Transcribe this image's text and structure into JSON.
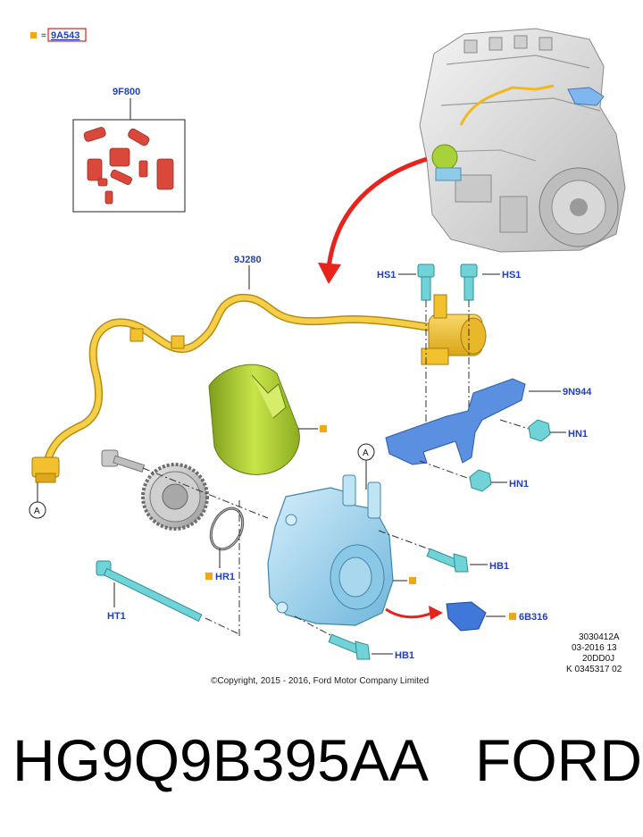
{
  "legend": {
    "equals": "=",
    "key": "9A543"
  },
  "parts": {
    "seal_kit": "9F800",
    "tube": "9J280",
    "bracket": "9N944",
    "screw_hs1_left": "HS1",
    "screw_hs1_right": "HS1",
    "nut_hn1_upper": "HN1",
    "nut_hn1_lower": "HN1",
    "bolt_hb1_upper": "HB1",
    "bolt_hb1_lower": "HB1",
    "oring": "HR1",
    "stud": "HT1",
    "cap": "6B316",
    "ref_a_left": "A",
    "ref_a_right": "A"
  },
  "copyright": "©Copyright, 2015 - 2016, Ford Motor Company Limited",
  "reference": [
    "3030412A",
    "03-2016 13",
    "20DD0J",
    "K 0345317 02"
  ],
  "footer": {
    "part_number": "HG9Q9B395AA",
    "brand": "FORD"
  },
  "colors": {
    "label_blue": "#1f3fbf",
    "marker_orange": "#f0a818",
    "tube_yellow": "#f2c12e",
    "pump_blue": "#9fd3ec",
    "bracket_blue": "#5b8fe0",
    "shield_green": "#b6d838",
    "seal_red": "#d9483a",
    "arrow_red": "#e8231c",
    "key_box_red": "#e02020"
  }
}
